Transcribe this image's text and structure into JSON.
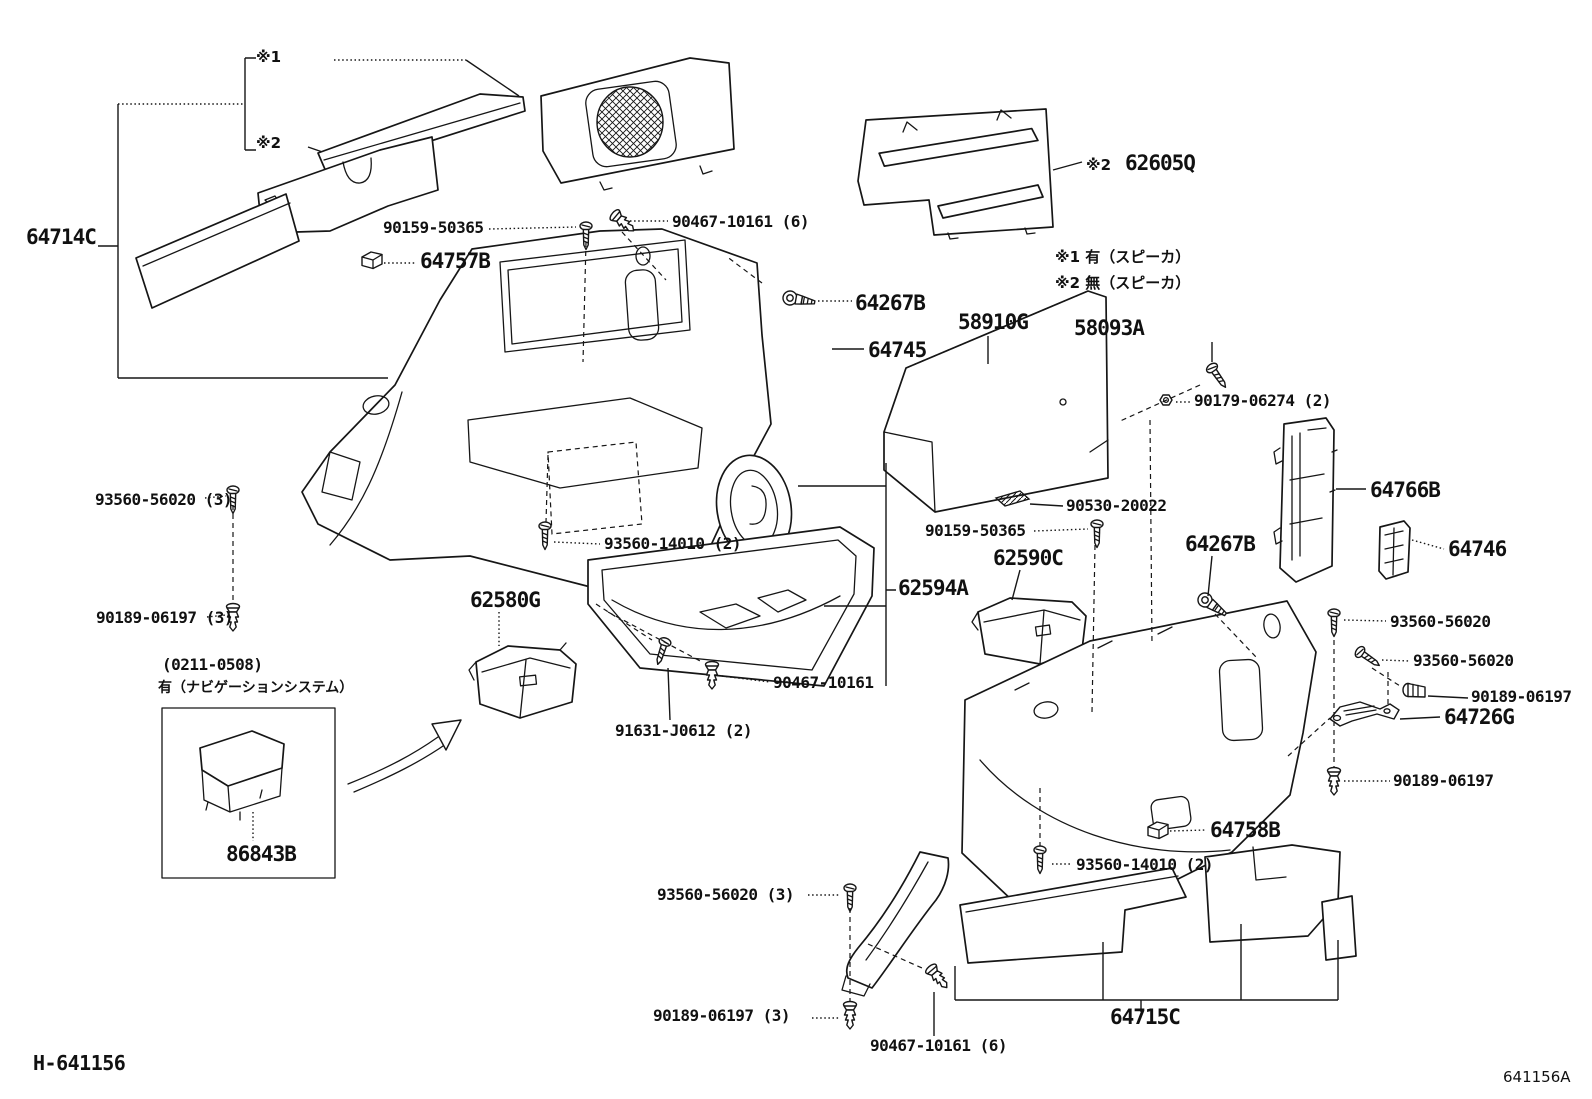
{
  "page": {
    "drawing_no": "H-641156",
    "figure_no": "641156A"
  },
  "notes": {
    "ref1": "※1",
    "ref2": "※2",
    "ref2b": "※2",
    "speaker_note1": "※1 有（スピーカ）",
    "speaker_note2": "※2 無（スピーカ）",
    "nav_cond": "(0211-0508)",
    "nav_note": "有（ナビゲーションシステム）"
  },
  "labels": {
    "p64714C": "64714C",
    "s90159_top": "90159-50365",
    "p64757B": "64757B",
    "s90467_top": "90467-10161 (6)",
    "p62605Q": "62605Q",
    "p64267B_top": "64267B",
    "p64745": "64745",
    "p58910G": "58910G",
    "p58093A": "58093A",
    "s90179": "90179-06274 (2)",
    "p64766B": "64766B",
    "p64746": "64746",
    "s90530": "90530-20022",
    "s90159_mid": "90159-50365",
    "p62590C": "62590C",
    "p64267B_mid": "64267B",
    "p62594A": "62594A",
    "s93560_56020_3a": "93560-56020 (3)",
    "s90189_3a": "90189-06197 (3)",
    "s93560_14010a": "93560-14010 (2)",
    "p62580G": "62580G",
    "s90467_mid": "90467-10161",
    "s91631": "91631-J0612 (2)",
    "p86843B": "86843B",
    "s93560a": "93560-56020",
    "s93560b": "93560-56020",
    "s90189a": "90189-06197",
    "p64726G": "64726G",
    "s90189b": "90189-06197",
    "p64758B": "64758B",
    "s93560_14010b": "93560-14010 (2)",
    "s93560_56020_3b": "93560-56020 (3)",
    "s90189_3b": "90189-06197 (3)",
    "s90467_bot": "90467-10161 (6)",
    "p64715C": "64715C"
  }
}
